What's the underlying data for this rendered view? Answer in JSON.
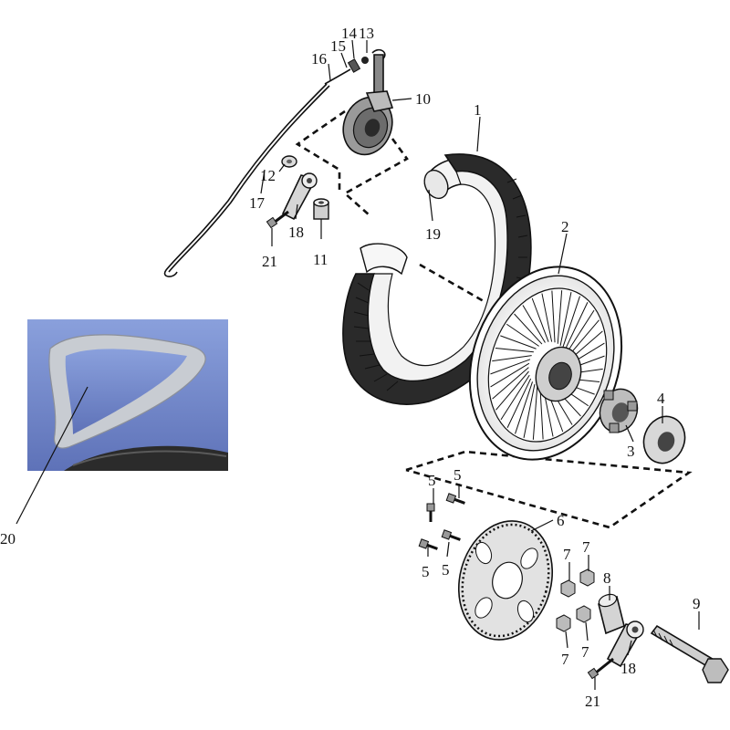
{
  "callouts": {
    "c1": "1",
    "c2": "2",
    "c3": "3",
    "c4": "4",
    "c5a": "5",
    "c5b": "5",
    "c5c": "5",
    "c5d": "5",
    "c6": "6",
    "c7a": "7",
    "c7b": "7",
    "c7c": "7",
    "c7d": "7",
    "c8": "8",
    "c9": "9",
    "c10": "10",
    "c11": "11",
    "c12": "12",
    "c13": "13",
    "c14": "14",
    "c15": "15",
    "c16": "16",
    "c17": "17",
    "c18a": "18",
    "c18b": "18",
    "c19": "19",
    "c20": "20",
    "c21a": "21",
    "c21b": "21"
  },
  "colors": {
    "photo_background": "#6f86cc",
    "rim_strip": "#c8ccd2",
    "tire": "#2a2a2a",
    "sprocket": "#d9d9d9",
    "metal": "#bfbfbf"
  },
  "icons": {
    "photo": "rim-strip-photo"
  }
}
